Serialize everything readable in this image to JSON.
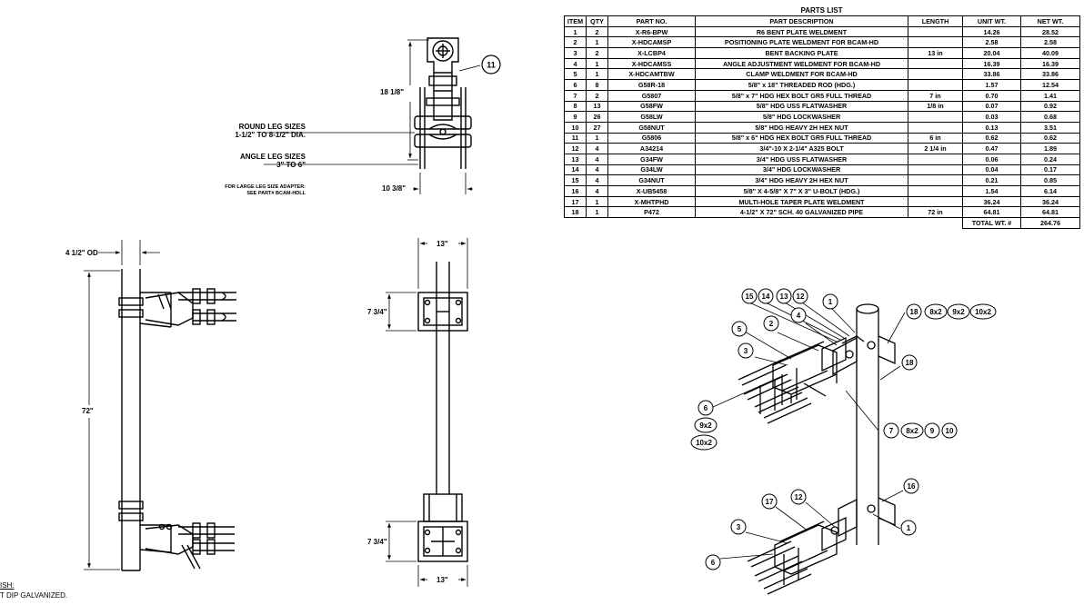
{
  "parts_list": {
    "title": "PARTS LIST",
    "headers": [
      "ITEM",
      "QTY",
      "PART NO.",
      "PART DESCRIPTION",
      "LENGTH",
      "UNIT WT.",
      "NET WT."
    ],
    "rows": [
      [
        "1",
        "2",
        "X-R6-BPW",
        "R6 BENT PLATE WELDMENT",
        "",
        "14.26",
        "28.52"
      ],
      [
        "2",
        "1",
        "X-HDCAMSP",
        "POSITIONING PLATE WELDMENT FOR BCAM-HD",
        "",
        "2.58",
        "2.58"
      ],
      [
        "3",
        "2",
        "X-LCBP4",
        "BENT BACKING PLATE",
        "13 in",
        "20.04",
        "40.09"
      ],
      [
        "4",
        "1",
        "X-HDCAMSS",
        "ANGLE ADJUSTMENT WELDMENT FOR BCAM-HD",
        "",
        "16.39",
        "16.39"
      ],
      [
        "5",
        "1",
        "X-HDCAMTBW",
        "CLAMP WELDMENT FOR BCAM-HD",
        "",
        "33.86",
        "33.86"
      ],
      [
        "6",
        "8",
        "G58R-18",
        "5/8\" x 18\" THREADED ROD (HDG.)",
        "",
        "1.57",
        "12.54"
      ],
      [
        "7",
        "2",
        "G5807",
        "5/8\" x 7\" HDG HEX BOLT GR5 FULL THREAD",
        "7 in",
        "0.70",
        "1.41"
      ],
      [
        "8",
        "13",
        "G58FW",
        "5/8\" HDG USS FLATWASHER",
        "1/8 in",
        "0.07",
        "0.92"
      ],
      [
        "9",
        "26",
        "G58LW",
        "5/8\" HDG LOCKWASHER",
        "",
        "0.03",
        "0.68"
      ],
      [
        "10",
        "27",
        "G58NUT",
        "5/8\" HDG HEAVY 2H HEX NUT",
        "",
        "0.13",
        "3.51"
      ],
      [
        "11",
        "1",
        "G5806",
        "5/8\" x 6\" HDG HEX BOLT GR5 FULL THREAD",
        "6 in",
        "0.62",
        "0.62"
      ],
      [
        "12",
        "4",
        "A34214",
        "3/4\"-10 X 2-1/4\" A325 BOLT",
        "2 1/4 in",
        "0.47",
        "1.89"
      ],
      [
        "13",
        "4",
        "G34FW",
        "3/4\" HDG USS FLATWASHER",
        "",
        "0.06",
        "0.24"
      ],
      [
        "14",
        "4",
        "G34LW",
        "3/4\" HDG LOCKWASHER",
        "",
        "0.04",
        "0.17"
      ],
      [
        "15",
        "4",
        "G34NUT",
        "3/4\" HDG HEAVY 2H HEX NUT",
        "",
        "0.21",
        "0.85"
      ],
      [
        "16",
        "4",
        "X-UB5458",
        "5/8\" X 4-5/8\" X 7\" X 3\" U-BOLT (HDG.)",
        "",
        "1.54",
        "6.14"
      ],
      [
        "17",
        "1",
        "X-MHTPHD",
        "MULTI-HOLE TAPER PLATE WELDMENT",
        "",
        "36.24",
        "36.24"
      ],
      [
        "18",
        "1",
        "P472",
        "4-1/2\" X 72\" SCH. 40 GALVANIZED PIPE",
        "72 in",
        "64.81",
        "64.81"
      ]
    ],
    "total_label": "TOTAL WT. #",
    "total_value": "264.76"
  },
  "top_view": {
    "dim_height": "18 1/8\"",
    "dim_width": "10 3/8\"",
    "balloon": "11",
    "round_leg_line1": "ROUND LEG SIZES",
    "round_leg_line2": "1-1/2\" TO 8-1/2\" DIA.",
    "angle_leg_line1": "ANGLE LEG SIZES",
    "angle_leg_line2": "3\" TO 6\"",
    "adapter_line1": "FOR LARGE LEG SIZE ADAPTER:",
    "adapter_line2": "SEE PART# BCAM-HDLL"
  },
  "side_view": {
    "pipe_od": "4 1/2\" OD",
    "pipe_length": "72\""
  },
  "front_view": {
    "width_top": "13\"",
    "plate_top": "7 3/4\"",
    "plate_bottom": "7 3/4\"",
    "width_bottom": "13\""
  },
  "iso_balloons": {
    "b15": "15",
    "b14": "14",
    "b13": "13",
    "b12": "12",
    "b1": "1",
    "b18": "18",
    "b8x2": "8x2",
    "b9x2": "9x2",
    "b10x2": "10x2",
    "b5": "5",
    "b2": "2",
    "b4": "4",
    "b3": "3",
    "b18b": "18",
    "b6": "6",
    "b9x2b": "9x2",
    "b10x2b": "10x2",
    "b7": "7",
    "b8x2b": "8x2",
    "b9": "9",
    "b10": "10",
    "b16": "16",
    "b17": "17",
    "b12b": "12",
    "b1b": "1",
    "b3b": "3",
    "b6b": "6"
  },
  "finish": {
    "line1": "ISH:",
    "line2": "T DIP GALVANIZED."
  }
}
